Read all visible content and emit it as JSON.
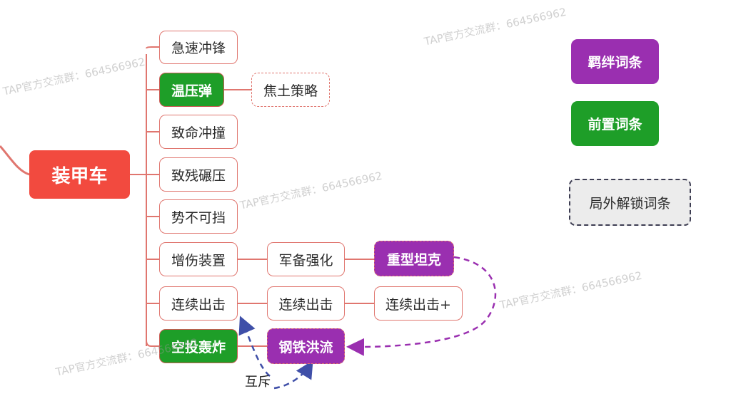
{
  "root": {
    "label": "装甲车"
  },
  "nodes": {
    "n1": "急速冲锋",
    "n2": "温压弹",
    "n2a": "焦土策略",
    "n3": "致命冲撞",
    "n4": "致残碾压",
    "n5": "势不可挡",
    "n6": "增伤装置",
    "n6a": "军备强化",
    "n6b": "重型坦克",
    "n7": "连续出击",
    "n7a": "连续出击",
    "n7b": "连续出击+",
    "n8": "空投轰炸",
    "n8a": "钢铁洪流"
  },
  "note": "互斥",
  "legend": {
    "bond": "羁绊词条",
    "prereq": "前置词条",
    "unlock": "局外解锁词条"
  },
  "watermark": "TAP官方交流群：664566962",
  "colors": {
    "root": "#f24a3f",
    "green": "#1e9e28",
    "purple": "#9a2fb0",
    "link": "#e0766f",
    "purple_arrow": "#9a2fb0",
    "blue_arrow": "#3f4fa8"
  }
}
